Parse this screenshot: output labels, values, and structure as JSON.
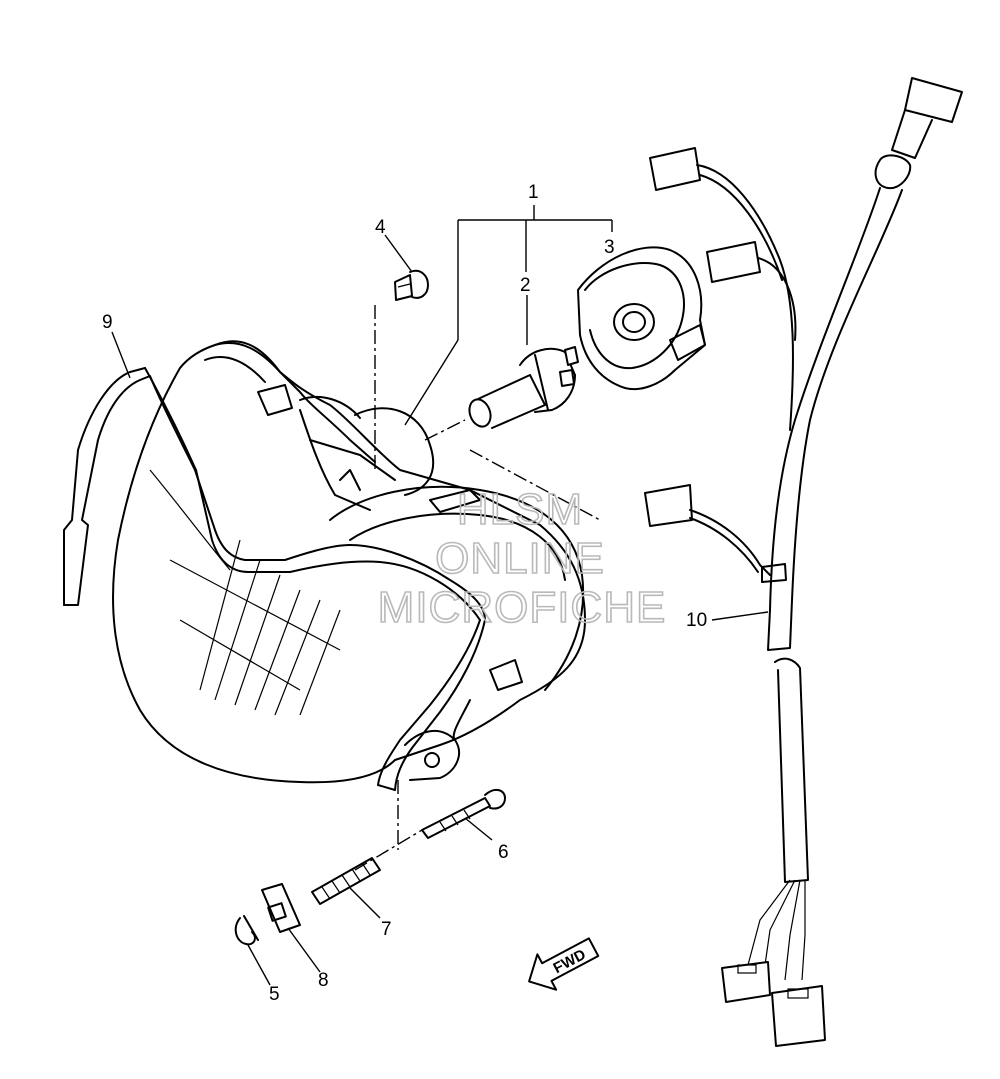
{
  "callouts": [
    {
      "id": "1",
      "label": "1"
    },
    {
      "id": "2",
      "label": "2"
    },
    {
      "id": "3",
      "label": "3"
    },
    {
      "id": "4",
      "label": "4"
    },
    {
      "id": "5",
      "label": "5"
    },
    {
      "id": "6",
      "label": "6"
    },
    {
      "id": "7",
      "label": "7"
    },
    {
      "id": "8",
      "label": "8"
    },
    {
      "id": "9",
      "label": "9"
    },
    {
      "id": "10",
      "label": "10"
    }
  ],
  "watermark": {
    "line1": "HLSM",
    "line2": "ONLINE",
    "line3": "MICROFICHE"
  },
  "direction_arrow": {
    "label": "FWD"
  },
  "colors": {
    "ink": "#000000",
    "watermark": "#b9b9b9",
    "background": "#ffffff"
  }
}
